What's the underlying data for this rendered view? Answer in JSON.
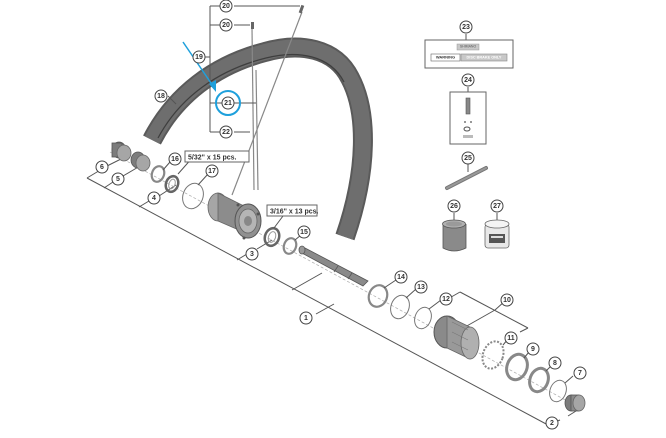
{
  "diagram": {
    "title": "Rear wheel exploded parts diagram",
    "highlight_color": "#1ea0dc",
    "highlighted_part": "21",
    "callouts": [
      {
        "id": "c1",
        "label": "1"
      },
      {
        "id": "c2",
        "label": "2"
      },
      {
        "id": "c3",
        "label": "3"
      },
      {
        "id": "c4",
        "label": "4"
      },
      {
        "id": "c5",
        "label": "5"
      },
      {
        "id": "c6",
        "label": "6"
      },
      {
        "id": "c7",
        "label": "7"
      },
      {
        "id": "c8",
        "label": "8"
      },
      {
        "id": "c9",
        "label": "9"
      },
      {
        "id": "c10",
        "label": "10"
      },
      {
        "id": "c11",
        "label": "11"
      },
      {
        "id": "c12",
        "label": "12"
      },
      {
        "id": "c13",
        "label": "13"
      },
      {
        "id": "c14",
        "label": "14"
      },
      {
        "id": "c15",
        "label": "15"
      },
      {
        "id": "c16",
        "label": "16"
      },
      {
        "id": "c17",
        "label": "17"
      },
      {
        "id": "c18",
        "label": "18"
      },
      {
        "id": "c19",
        "label": "19"
      },
      {
        "id": "c20a",
        "label": "20"
      },
      {
        "id": "c20b",
        "label": "20"
      },
      {
        "id": "c21",
        "label": "21"
      },
      {
        "id": "c22",
        "label": "22"
      },
      {
        "id": "c23",
        "label": "23"
      },
      {
        "id": "c24",
        "label": "24"
      },
      {
        "id": "c25",
        "label": "25"
      },
      {
        "id": "c26",
        "label": "26"
      },
      {
        "id": "c27",
        "label": "27"
      }
    ],
    "notes": {
      "balls_left": "5/32\" x 15 pcs.",
      "balls_right": "3/16\" x 13 pcs."
    },
    "sticker": {
      "top_text": "SHIMANO",
      "warning_label": "WARNING",
      "warning_text": "DISC BRAKE ONLY"
    }
  }
}
